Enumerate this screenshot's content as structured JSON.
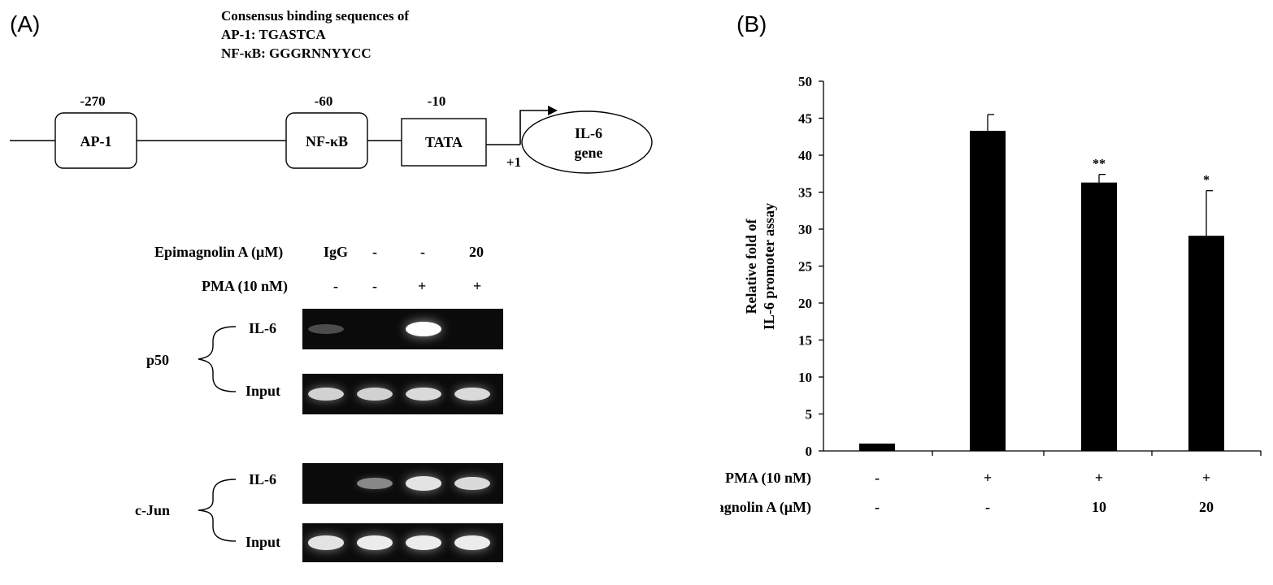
{
  "panel_a": {
    "label": "(A)",
    "consensus": {
      "heading": "Consensus binding sequences of",
      "ap1": "AP-1: TGASTCA",
      "nfkb": "NF-κB: GGGRNNYYCC"
    },
    "promoter": {
      "elements": [
        {
          "name": "AP-1",
          "position_label": "-270"
        },
        {
          "name": "NF-κB",
          "position_label": "-60"
        },
        {
          "name": "TATA",
          "position_label": "-10"
        }
      ],
      "start_label": "+1",
      "gene_line1": "IL-6",
      "gene_line2": "gene"
    },
    "gel": {
      "epimagnolin_label": "Epimagnolin A (μM)",
      "epimagnolin_values": [
        "IgG",
        "-",
        "-",
        "20"
      ],
      "pma_label": "PMA (10 nM)",
      "pma_values": [
        "-",
        "-",
        "+",
        "+"
      ],
      "groups": [
        {
          "antibody": "p50",
          "rows": [
            {
              "label": "IL-6",
              "intensities": [
                0.02,
                0.0,
                1.0,
                0.0
              ]
            },
            {
              "label": "Input",
              "intensities": [
                0.75,
                0.75,
                0.8,
                0.8
              ]
            }
          ]
        },
        {
          "antibody": "c-Jun",
          "rows": [
            {
              "label": "IL-6",
              "intensities": [
                0.0,
                0.35,
                0.85,
                0.8
              ]
            },
            {
              "label": "Input",
              "intensities": [
                0.85,
                0.9,
                0.9,
                0.9
              ]
            }
          ]
        }
      ]
    }
  },
  "panel_b": {
    "label": "(B)",
    "chart_data": {
      "type": "bar",
      "ylabel_line1": "Relative fold of",
      "ylabel_line2": "IL-6 promoter assay",
      "ylim": [
        0,
        50
      ],
      "yticks": [
        0,
        5,
        10,
        15,
        20,
        25,
        30,
        35,
        40,
        45,
        50
      ],
      "values": [
        1.0,
        43.3,
        36.3,
        29.1
      ],
      "errors": [
        0,
        2.2,
        1.1,
        6.1
      ],
      "significance": [
        "",
        "",
        "**",
        "*"
      ],
      "condition_rows": [
        {
          "label": "PMA (10 nM)",
          "values": [
            "-",
            "+",
            "+",
            "+"
          ]
        },
        {
          "label": "Epimagnolin A (μM)",
          "values": [
            "-",
            "-",
            "10",
            "20"
          ]
        }
      ],
      "bar_color": "#000000",
      "grid": false
    }
  }
}
